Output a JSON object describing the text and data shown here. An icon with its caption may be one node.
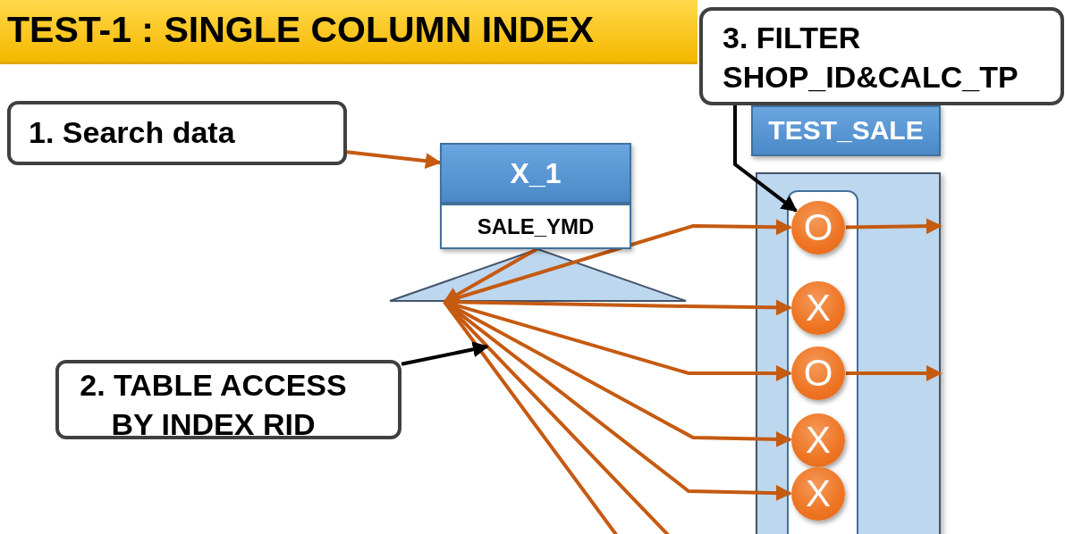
{
  "diagram": {
    "title": "TEST-1 : SINGLE COLUMN INDEX",
    "nodes": [
      {
        "text": [
          "1. Search data"
        ]
      },
      {
        "text": [
          "X_1"
        ]
      },
      {
        "text": [
          "SALE_YMD"
        ]
      },
      {
        "text": [],
        "shape": "triangle"
      },
      {
        "text": [
          "2. TABLE ACCESS BY INDEX RID"
        ]
      },
      {
        "text": [
          "3. FILTER SHOP_ID&CALC_TP"
        ]
      },
      {
        "text": [
          "TEST_SALE"
        ]
      },
      {
        "text": [],
        "shape": "box"
      },
      {
        "text": [],
        "shape": "box",
        "in": 7
      },
      {
        "text": [
          "O"
        ],
        "in": 8
      },
      {
        "text": [
          "X"
        ],
        "in": 8
      },
      {
        "text": [
          "O"
        ],
        "in": 8
      },
      {
        "text": [
          "X"
        ],
        "in": 8
      },
      {
        "text": [
          "X"
        ],
        "in": 8
      }
    ],
    "edges": [
      {
        "from": 0,
        "to": 1,
        "arrow": "to"
      },
      {
        "from": 2,
        "to": 3,
        "arrow": "to"
      },
      {
        "from": 3,
        "to": 9,
        "arrow": "to"
      },
      {
        "from": 9,
        "to": null,
        "arrow": "to"
      },
      {
        "from": 3,
        "to": 10,
        "arrow": "to"
      },
      {
        "from": 3,
        "to": 11,
        "arrow": "to"
      },
      {
        "from": 11,
        "to": null,
        "arrow": "to"
      },
      {
        "from": 3,
        "to": 12,
        "arrow": "to"
      },
      {
        "from": 3,
        "to": 13,
        "arrow": "to"
      },
      {
        "from": 3,
        "to": null,
        "arrow": "none"
      },
      {
        "from": 3,
        "to": null,
        "arrow": "none"
      },
      {
        "from": 4,
        "to": null,
        "arrow": "to",
        "color": "#000000"
      },
      {
        "from": 5,
        "to": 9,
        "arrow": "to",
        "color": "#000000"
      }
    ]
  }
}
